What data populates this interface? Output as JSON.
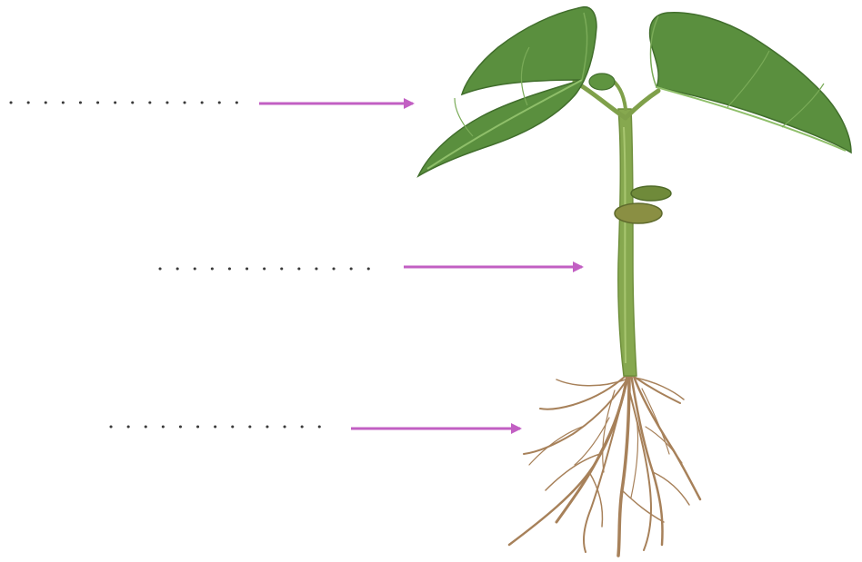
{
  "diagram": {
    "kind": "labeling-exercise",
    "subject": "plant-seedling",
    "label_blanks": [
      {
        "id": "leaf",
        "text": "",
        "points_to": "leaves"
      },
      {
        "id": "stem",
        "text": "",
        "points_to": "stem"
      },
      {
        "id": "root",
        "text": "",
        "points_to": "roots"
      }
    ],
    "colors": {
      "background": "#ffffff",
      "arrow": "#c25fc3",
      "dots": "#3a3a3a",
      "leaf": "#5a8f3e",
      "leaf_light": "#7aab58",
      "leaf_vein": "#8fbf6a",
      "stem": "#86a84f",
      "stem_dark": "#6f8f3c",
      "seed_leaf": "#7d8a3e",
      "root": "#a7815a"
    },
    "icons": {
      "arrow": "right-arrow-icon",
      "blank": "dotted-blank-line"
    }
  }
}
